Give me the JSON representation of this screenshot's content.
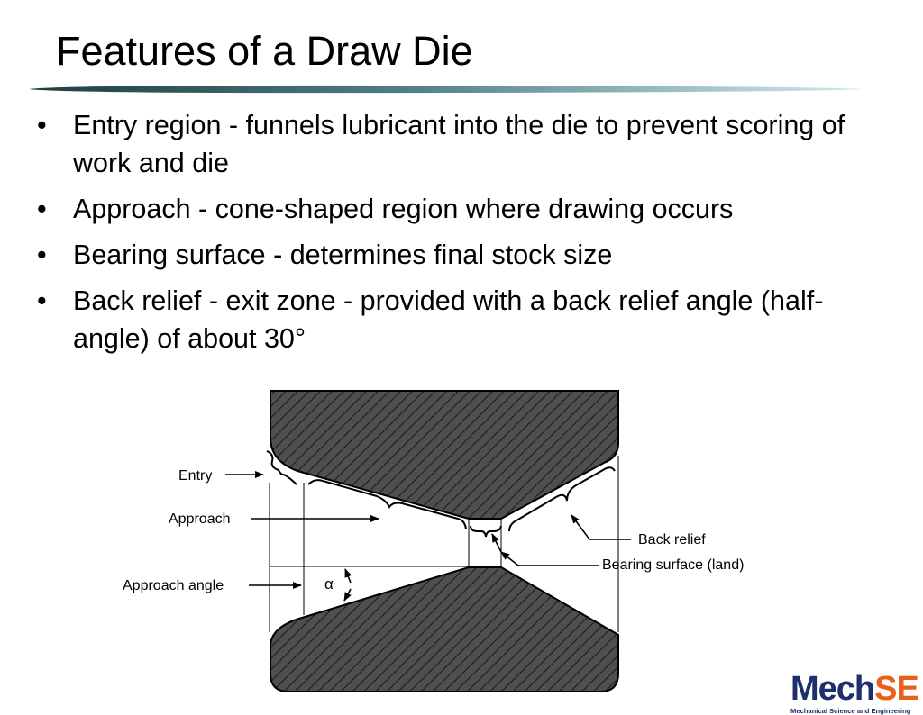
{
  "slide": {
    "title": "Features of a Draw Die",
    "bullets": [
      {
        "text": "Entry region - funnels lubricant into the die to prevent scoring of work and die"
      },
      {
        "text": "Approach - cone-shaped region where drawing occurs"
      },
      {
        "text": "Bearing surface - determines final stock size"
      },
      {
        "text": "Back relief - exit zone - provided with a back relief angle (half-angle) of about 30°"
      }
    ],
    "bullet_glyph": "•"
  },
  "figure": {
    "labels": {
      "entry": "Entry",
      "approach": "Approach",
      "approach_angle": "Approach angle",
      "alpha": "α",
      "back_relief": "Back relief",
      "bearing_surface": "Bearing surface (land)"
    }
  },
  "logo": {
    "word_part1": "Mech",
    "word_part2": "SE",
    "tagline": "Mechanical Science and Engineering",
    "colors": {
      "primary": "#1d2f6f",
      "accent": "#e8611a"
    }
  },
  "colors": {
    "die_fill": "#4f4f4f",
    "rule_start": "#1f3d3d",
    "rule_end": "#cfe6ec"
  }
}
